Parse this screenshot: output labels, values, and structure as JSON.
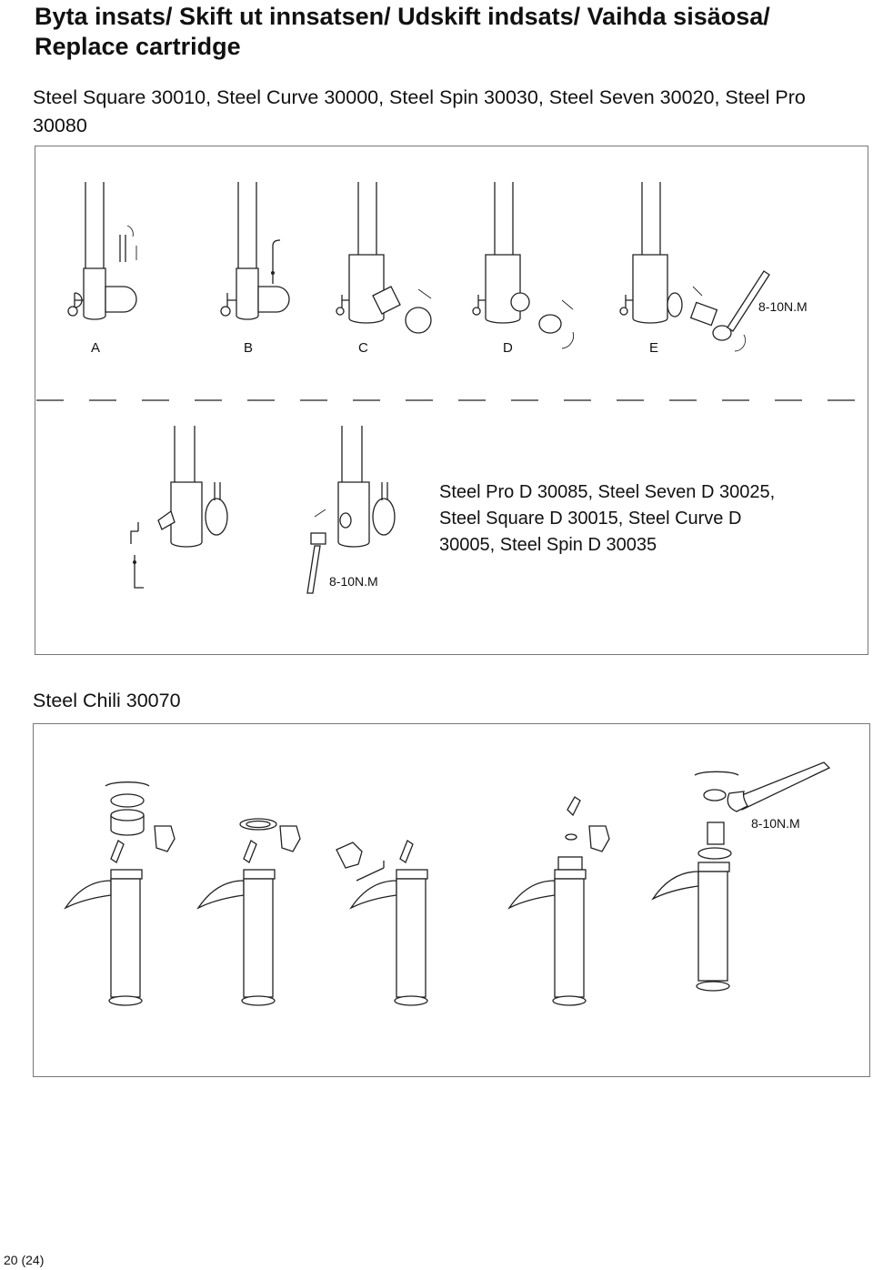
{
  "page": {
    "title": "Byta insats/ Skift ut innsatsen/ Udskift indsats/ Vaihda sisäosa/ Replace cartridge",
    "subtitle": "Steel Square 30010, Steel Curve 30000, Steel Spin 30030, Steel Seven 30020, Steel Pro 30080",
    "page_number": "20 (24)"
  },
  "panel1": {
    "step_labels": [
      "A",
      "B",
      "C",
      "D",
      "E"
    ],
    "torque": "8-10N.M"
  },
  "panel2": {
    "variants_text": "Steel Pro D 30085, Steel Seven D 30025, Steel Square D 30015, Steel Curve D 30005, Steel Spin D 30035",
    "torque": "8-10N.M"
  },
  "panel3": {
    "title": "Steel Chili 30070",
    "torque": "8-10N.M"
  },
  "icons": [
    "faucet-icon",
    "hex-key-icon",
    "wrench-icon",
    "cartridge-icon",
    "hand-icon",
    "rotate-arrow-icon"
  ]
}
